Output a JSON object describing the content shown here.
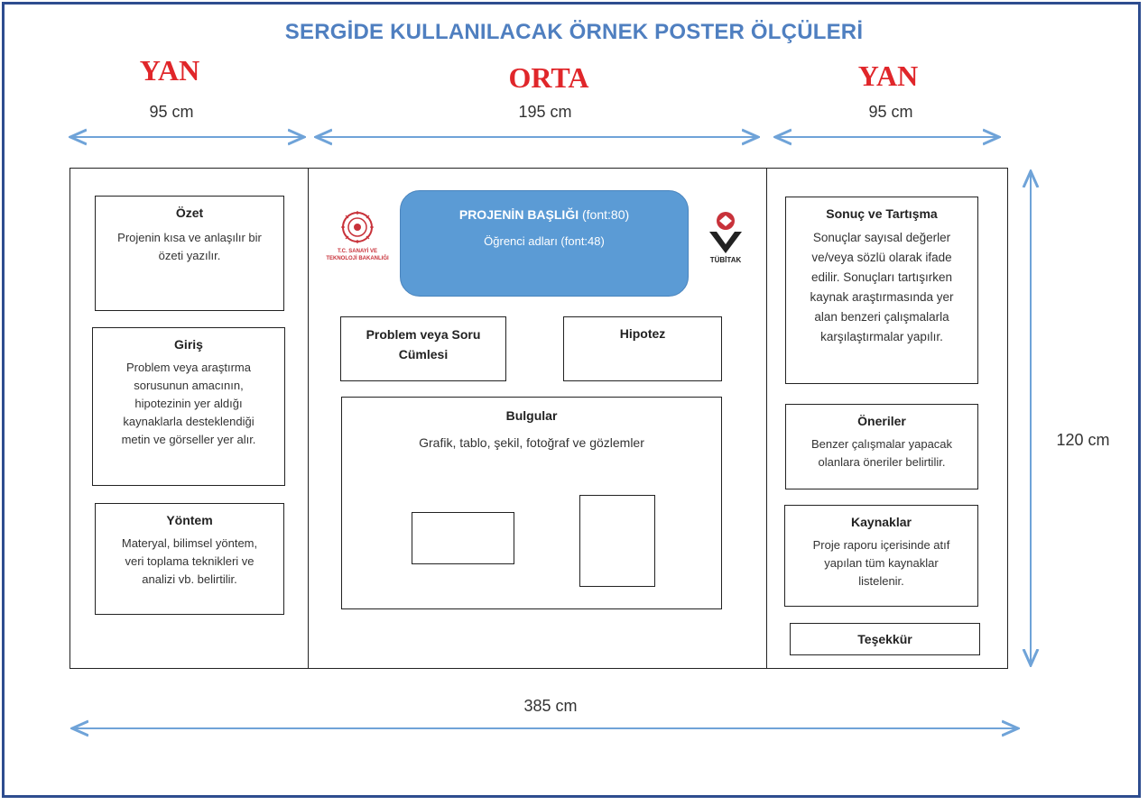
{
  "title": "SERGİDE KULLANILACAK ÖRNEK POSTER ÖLÇÜLERİ",
  "sections": {
    "left_label": "YAN",
    "center_label": "ORTA",
    "right_label": "YAN"
  },
  "dimensions": {
    "left_width": "95 cm",
    "center_width": "195 cm",
    "right_width": "95 cm",
    "height": "120 cm",
    "total_width": "385 cm"
  },
  "colors": {
    "title": "#4f7fc0",
    "section_labels": "#e0262a",
    "arrows": "#6fa3d8",
    "title_box": "#5b9bd5",
    "frame": "#2e4d8f"
  },
  "center": {
    "project_title_bold": "PROJENİN BAŞLIĞI",
    "project_title_font": "(font:80)",
    "student_names": "Öğrenci adları (font:48)",
    "logo_left_text_1": "T.C. SANAYİ VE",
    "logo_left_text_2": "TEKNOLOJİ BAKANLIĞI",
    "logo_right_text": "TÜBİTAK",
    "problem_title_1": "Problem veya Soru",
    "problem_title_2": "Cümlesi",
    "hypothesis_title": "Hipotez",
    "findings_title": "Bulgular",
    "findings_text": "Grafik, tablo, şekil, fotoğraf ve gözlemler"
  },
  "left": {
    "summary_title": "Özet",
    "summary_text_1": "Projenin kısa ve anlaşılır bir",
    "summary_text_2": "özeti yazılır.",
    "intro_title": "Giriş",
    "intro_text_1": "Problem veya araştırma",
    "intro_text_2": "sorusunun amacının,",
    "intro_text_3": "hipotezinin yer aldığı",
    "intro_text_4": "kaynaklarla desteklendiği",
    "intro_text_5": "metin ve görseller yer alır.",
    "method_title": "Yöntem",
    "method_text_1": "Materyal, bilimsel yöntem,",
    "method_text_2": "veri toplama teknikleri ve",
    "method_text_3": "analizi vb. belirtilir."
  },
  "right": {
    "result_title": "Sonuç ve Tartışma",
    "result_text_1": "Sonuçlar sayısal değerler",
    "result_text_2": "ve/veya sözlü olarak ifade",
    "result_text_3": "edilir. Sonuçları tartışırken",
    "result_text_4": "kaynak araştırmasında yer",
    "result_text_5": "alan benzeri çalışmalarla",
    "result_text_6": "karşılaştırmalar yapılır.",
    "suggest_title": "Öneriler",
    "suggest_text_1": "Benzer çalışmalar yapacak",
    "suggest_text_2": "olanlara öneriler belirtilir.",
    "refs_title": "Kaynaklar",
    "refs_text_1": "Proje raporu içerisinde atıf",
    "refs_text_2": "yapılan tüm kaynaklar",
    "refs_text_3": "listelenir.",
    "thanks_title": "Teşekkür"
  }
}
